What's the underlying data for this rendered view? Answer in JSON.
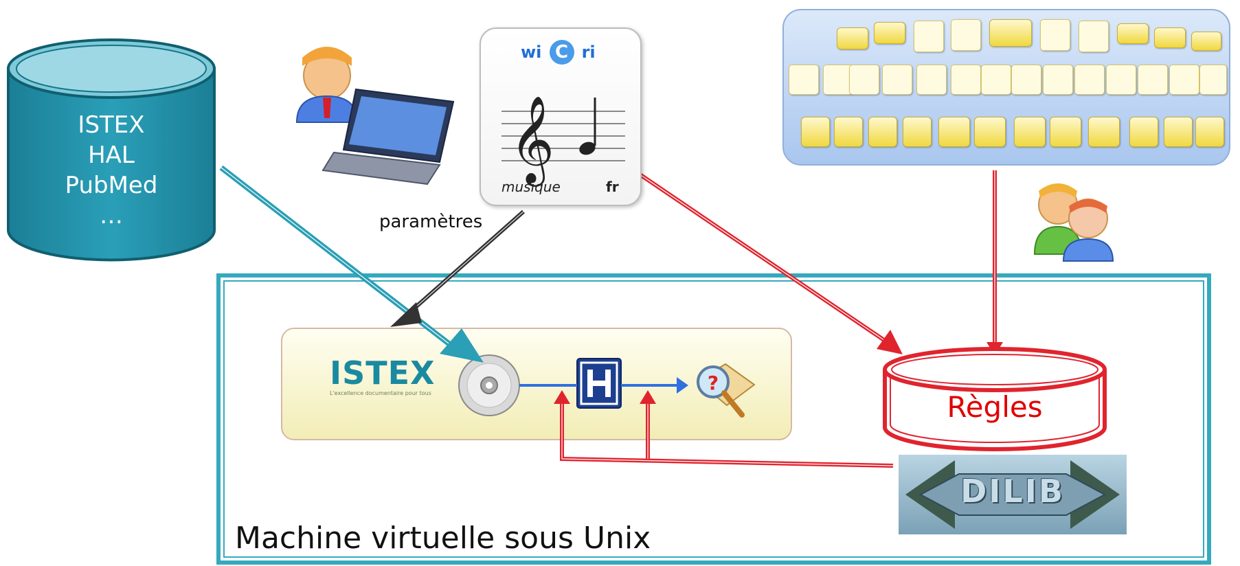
{
  "sources": {
    "lines": [
      "ISTEX",
      "HAL",
      "PubMed",
      "…"
    ]
  },
  "params_label": "paramètres",
  "wicri_card": {
    "logo_left": "wi",
    "logo_center": "C",
    "logo_right": "ri",
    "subject": "musique",
    "lang": "fr"
  },
  "vm": {
    "label": "Machine virtuelle sous Unix"
  },
  "istex_logo": {
    "name": "ISTEX",
    "tagline": "L'excellence documentaire pour tous"
  },
  "rules": {
    "label": "Règles"
  },
  "dilib": {
    "label": "DILIB"
  },
  "colors": {
    "teal": "#2a9fb5",
    "red": "#e0242e",
    "vm_border": "#35a9bd",
    "dark": "#333333",
    "rules_text": "#e00000"
  }
}
